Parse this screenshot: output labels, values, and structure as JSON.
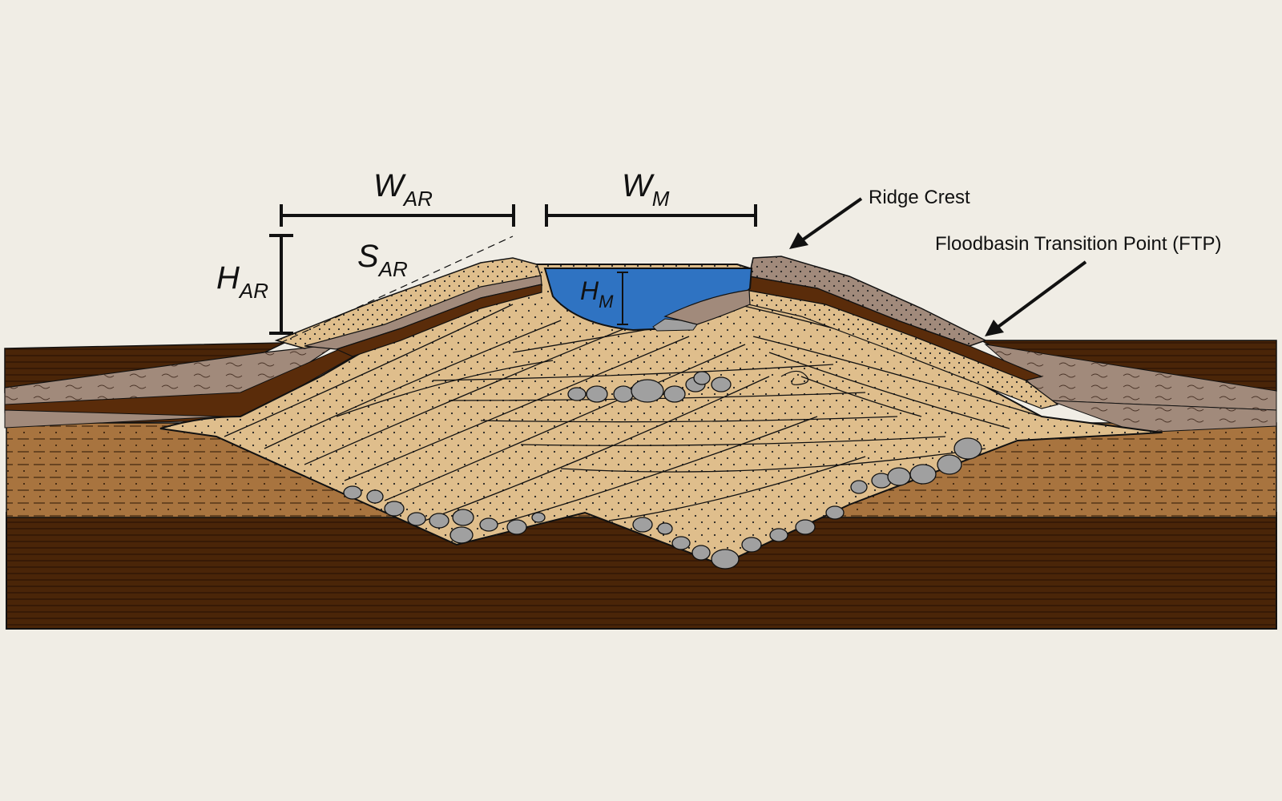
{
  "labels": {
    "w_ar": {
      "main": "W",
      "sub": "AR"
    },
    "w_m": {
      "main": "W",
      "sub": "M"
    },
    "h_ar": {
      "main": "H",
      "sub": "AR"
    },
    "s_ar": {
      "main": "S",
      "sub": "AR"
    },
    "h_m": {
      "main": "H",
      "sub": "M"
    },
    "ridge_crest": "Ridge Crest",
    "ftp": "Floodbasin Transition Point (FTP)"
  },
  "colors": {
    "background": "#f0ede5",
    "dark_mud": "#4a2508",
    "mud_stripe": "#2c1404",
    "floodplain_brown": "#a8743f",
    "sand": "#dfbe8c",
    "gray_silt": "#a18a7b",
    "dark_levee_band": "#5a2c0a",
    "water": "#2f73c2",
    "gravel": "#a0a0a0",
    "outline": "#111111"
  }
}
